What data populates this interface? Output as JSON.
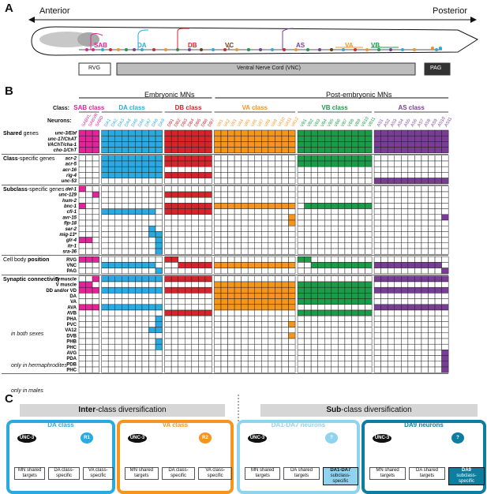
{
  "panel_a": {
    "label": "A",
    "anterior": "Anterior",
    "posterior": "Posterior",
    "groups": [
      {
        "name": "SAB",
        "color": "#e3239a"
      },
      {
        "name": "DA",
        "color": "#29aae1"
      },
      {
        "name": "DB",
        "color": "#d7232a"
      },
      {
        "name": "VC",
        "color": "#6b3c14"
      },
      {
        "name": "AS",
        "color": "#7a3d96"
      },
      {
        "name": "VA",
        "color": "#f7941d"
      },
      {
        "name": "VB",
        "color": "#1a9c48"
      }
    ],
    "regions": {
      "rvg": "RVG",
      "vnc": "Ventral Nerve Cord (VNC)",
      "pag": "PAG"
    }
  },
  "panel_b": {
    "label": "B",
    "class_label": "Class:",
    "neurons_label": "Neurons:",
    "embryonic": "Embryonic MNs",
    "post_embryonic": "Post-embryonic MNs",
    "classes": [
      {
        "name": "SAB class",
        "color": "#e3239a",
        "neurons": [
          "SABVL",
          "SABVR",
          "SABD"
        ]
      },
      {
        "name": "DA class",
        "color": "#29aae1",
        "neurons": [
          "DA1",
          "DA2",
          "DA3",
          "DA4",
          "DA5",
          "DA6",
          "DA7",
          "DA8",
          "DA9"
        ]
      },
      {
        "name": "DB class",
        "color": "#d7232a",
        "neurons": [
          "DB1",
          "DB2",
          "DB3",
          "DB4",
          "DB5",
          "DB6",
          "DB7"
        ]
      },
      {
        "name": "VA class",
        "color": "#f7941d",
        "neurons": [
          "VA1",
          "VA2",
          "VA3",
          "VA4",
          "VA5",
          "VA6",
          "VA7",
          "VA8",
          "VA9",
          "VA10",
          "VA11",
          "VA12"
        ]
      },
      {
        "name": "VB class",
        "color": "#1a9c48",
        "neurons": [
          "VB1",
          "VB2",
          "VB3",
          "VB4",
          "VB5",
          "VB6",
          "VB7",
          "VB8",
          "VB9",
          "VB10",
          "VB11"
        ]
      },
      {
        "name": "AS class",
        "color": "#7a3d96",
        "neurons": [
          "AS1",
          "AS2",
          "AS3",
          "AS4",
          "AS5",
          "AS6",
          "AS7",
          "AS8",
          "AS9",
          "AS10",
          "AS11"
        ]
      }
    ],
    "sections": [
      {
        "title_bold": "Shared",
        "title_rest": " genes",
        "rows": [
          "unc-3/Ebf",
          "unc-17/ChAT",
          "VAChT/cha-1",
          "cho-1/ChT"
        ],
        "italic": true
      },
      {
        "title_bold": "Class",
        "title_rest": "-specific genes",
        "rows": [
          "acr-2",
          "acr-5",
          "acr-16",
          "rig-4",
          "unc-53"
        ],
        "italic": true
      },
      {
        "title_bold": "Subclass",
        "title_rest": "-specific genes",
        "rows": [
          "del-1",
          "unc-129",
          "hum-2",
          "bnc-1",
          "cfi-1",
          "avr-15",
          "flp-18",
          "ser-2",
          "mig-13*",
          "glr-4",
          "itr-1",
          "sra-36"
        ],
        "italic": true
      },
      {
        "title_bold": "position",
        "title_rest": "Cell body ",
        "rows": [
          "RVG",
          "VNC",
          "PAG"
        ],
        "italic": false
      },
      {
        "title_bold": "Synaptic connectivity",
        "title_rest": "",
        "rows": [
          "D muscle",
          "V muscle",
          "DD and/or VD",
          "DA",
          "VA",
          "AVA",
          "AVB",
          "PHA",
          "PVC",
          "VA12",
          "DVB",
          "PHB",
          "PHC",
          "AVG",
          "PDA",
          "PDB",
          "PHC"
        ],
        "italic": false
      },
      {
        "notes": [
          "in both sexes",
          "only in hermaphrodites",
          "only in males"
        ]
      }
    ]
  },
  "panel_c": {
    "label": "C",
    "inter_title_bold": "Inter",
    "inter_title_rest": "-class diversification",
    "sub_title_bold": "Sub",
    "sub_title_rest": "-class diversification",
    "boxes": [
      {
        "title": "DA class",
        "color": "#29aae1",
        "tf": "UNC-3",
        "factor": "R1",
        "targets": [
          "MN shared targets",
          "DA class-specific",
          "VA class-specific"
        ]
      },
      {
        "title": "VA class",
        "color": "#f7941d",
        "tf": "UNC-3",
        "factor": "R2",
        "targets": [
          "MN shared targets",
          "DA class-specific",
          "VA class-specific"
        ]
      },
      {
        "title": "DA1-DA7 neurons",
        "color": "#8fd3ef",
        "tf": "UNC-3",
        "factor": "?",
        "targets": [
          "MN shared targets",
          "DA shared targets",
          "DA1-DA7",
          "subclass-specific"
        ]
      },
      {
        "title": "DA9 neurons",
        "color": "#0e7ea0",
        "tf": "UNC-3",
        "factor": "?",
        "targets": [
          "MN shared targets",
          "DA shared targets",
          "DA9",
          "subclass-specific"
        ]
      }
    ]
  }
}
